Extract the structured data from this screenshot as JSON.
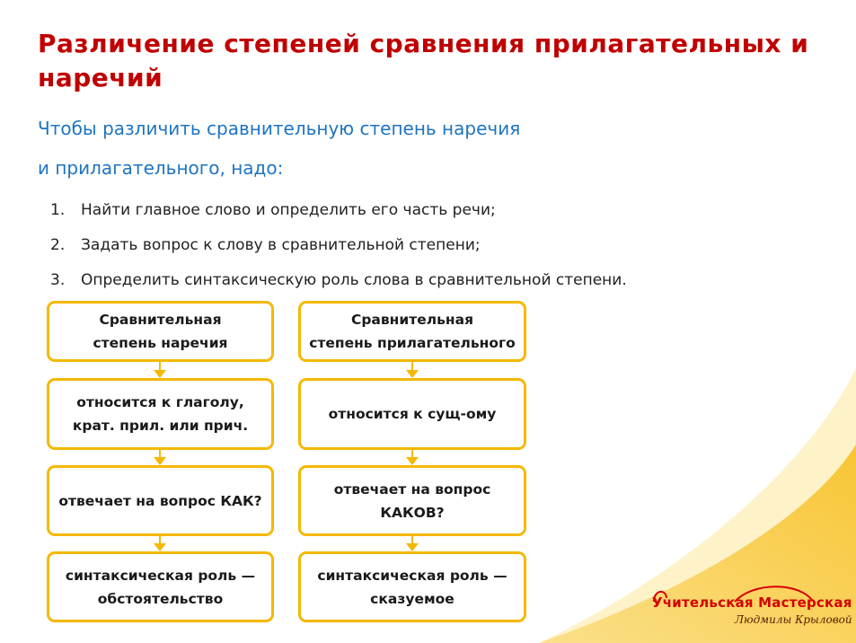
{
  "slide": {
    "title": "Различение степеней сравнения прилагательных и наречий",
    "intro_line1": "Чтобы различить сравнительную степень наречия",
    "intro_line2": "и прилагательного, надо:",
    "steps": [
      {
        "num": "1.",
        "text": "Найти главное слово и определить его часть речи;"
      },
      {
        "num": "2.",
        "text": "Задать вопрос к слову в сравнительной степени;"
      },
      {
        "num": "3.",
        "text": "Определить синтаксическую роль слова в сравнительной степени."
      }
    ]
  },
  "flow": {
    "adverb": [
      "Сравнительная\nстепень наречия",
      "относится к глаголу,\nкрат. прил. или прич.",
      "отвечает на вопрос КАК?",
      "синтаксическая роль —\nобстоятельство"
    ],
    "adjective": [
      "Сравнительная\nстепень прилагательного",
      "относится к сущ-ому",
      "отвечает на вопрос\nКАКОВ?",
      "синтаксическая роль —\nсказуемое"
    ]
  },
  "logo": {
    "main": "Учительская Мастерская",
    "sub": "Людмилы Крыловой"
  },
  "colors": {
    "title": "#c00000",
    "intro": "#1f74c0",
    "box_border": "#f5b800",
    "swoosh": "#f8c534"
  }
}
